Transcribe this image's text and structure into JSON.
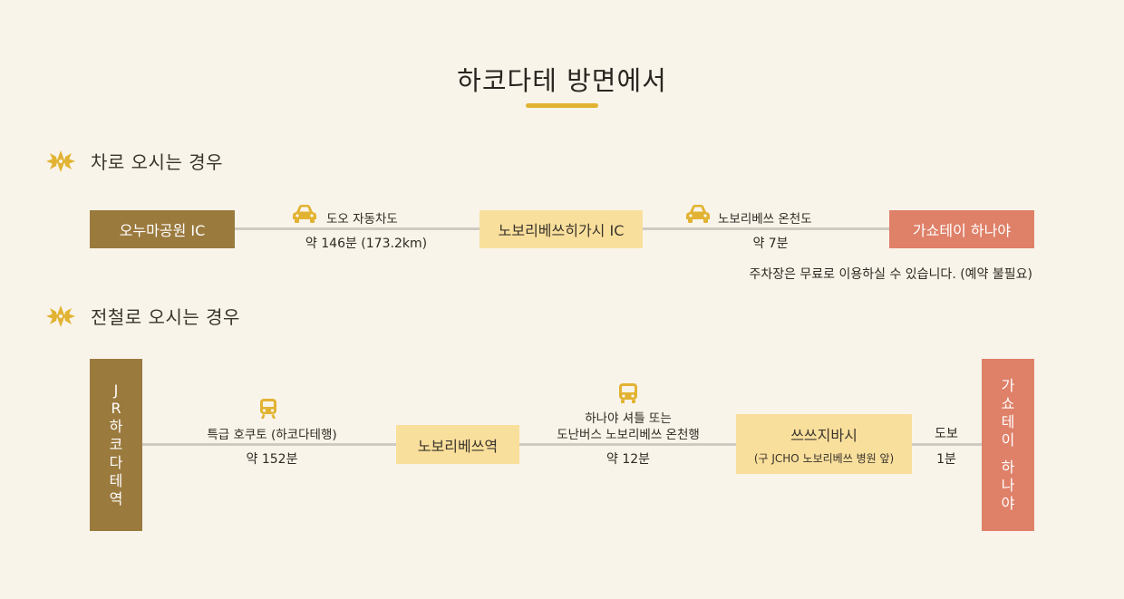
{
  "title": "하코다테 방면에서",
  "colors": {
    "accent": "#e2b333",
    "brown": "#9b7a3e",
    "yellow": "#f9df9c",
    "salmon": "#df8068",
    "line": "#cfcac2"
  },
  "car_section": {
    "heading": "차로 오시는 경우",
    "icon": "flower-crest-icon",
    "start": "오누마공원 IC",
    "leg1": {
      "icon": "car-icon",
      "label": "도오 자동차도",
      "time": "약 146분 (173.2km)"
    },
    "mid": "노보리베쓰히가시 IC",
    "leg2": {
      "icon": "car-icon",
      "label": "노보리베쓰 온천도",
      "time": "약 7분"
    },
    "end": "가쇼테이 하나야",
    "note": "주차장은 무료로 이용하실 수 있습니다. (예약 불필요)"
  },
  "train_section": {
    "heading": "전철로 오시는 경우",
    "icon": "flower-crest-icon",
    "start_chars": [
      "J",
      "R",
      "하",
      "코",
      "다",
      "테",
      "역"
    ],
    "leg1": {
      "icon": "train-icon",
      "label": "특급 호쿠토 (하코다테행)",
      "time": "약 152분"
    },
    "mid1": "노보리베쓰역",
    "leg2": {
      "icon": "bus-icon",
      "label_line1": "하나야 셔틀  또는",
      "label_line2": "도난버스 노보리베쓰 온천행",
      "time": "약 12분"
    },
    "mid2_title": "쓰쓰지바시",
    "mid2_sub": "(구 JCHO 노보리베쓰 병원 앞)",
    "leg3": {
      "label": "도보",
      "time": "1분"
    },
    "end_chars_top": [
      "가",
      "쇼",
      "테",
      "이"
    ],
    "end_chars_bottom": [
      "하",
      "나",
      "야"
    ]
  }
}
